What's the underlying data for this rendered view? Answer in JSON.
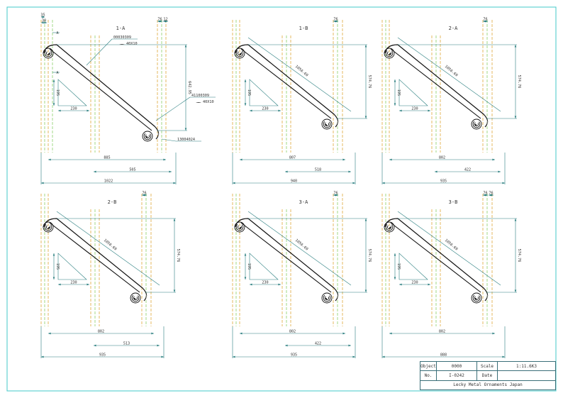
{
  "colors": {
    "frame": "#43c8c8",
    "dimension": "#2b7f80",
    "rail": "#111111",
    "post_dash": "#e0a93a",
    "post_dash_alt": "#8ccf6a",
    "cyan_line": "#3fb7c2",
    "text": "#333333"
  },
  "views": [
    {
      "id": "1-A",
      "label": "1-A",
      "horizontal_top_dims": [
        "35",
        "30"
      ],
      "right_top_dims": [
        "76",
        "12"
      ],
      "part_codes": [
        "00030309",
        "41100309",
        "13004024"
      ],
      "section_sizes": [
        "40X10",
        "40X10"
      ],
      "section_marks": [
        "A",
        "A"
      ],
      "diagonal_length": "",
      "height": "642.95",
      "triangle_height": "195",
      "triangle_base": "230",
      "overall_width": "885",
      "right_span": "505",
      "bottom_width": "1022"
    },
    {
      "id": "1-B",
      "label": "1-B",
      "right_top_dims": [
        "76"
      ],
      "diagonal_length": "1050.69",
      "height": "574.76",
      "triangle_height": "195",
      "triangle_base": "230",
      "overall_width": "807",
      "right_span": "518",
      "bottom_width": "940"
    },
    {
      "id": "2-A",
      "label": "2-A",
      "right_top_dims": [
        "76"
      ],
      "diagonal_length": "1050.69",
      "height": "574.76",
      "triangle_height": "195",
      "triangle_base": "230",
      "overall_width": "802",
      "right_span": "422",
      "bottom_width": "935"
    },
    {
      "id": "2-B",
      "label": "2-B",
      "right_top_dims": [
        "76"
      ],
      "diagonal_length": "1050.69",
      "height": "574.76",
      "triangle_height": "195",
      "triangle_base": "230",
      "overall_width": "802",
      "right_span": "513",
      "bottom_width": "935"
    },
    {
      "id": "3-A",
      "label": "3-A",
      "right_top_dims": [
        "76"
      ],
      "diagonal_length": "1050.69",
      "height": "574.76",
      "triangle_height": "195",
      "triangle_base": "230",
      "overall_width": "802",
      "right_span": "422",
      "bottom_width": "935"
    },
    {
      "id": "3-B",
      "label": "3-B",
      "right_top_dims": [
        "76",
        "76"
      ],
      "diagonal_length": "1050.69",
      "height": "574.76",
      "triangle_height": "195",
      "triangle_base": "230",
      "overall_width": "802",
      "right_span": "",
      "bottom_width": "888"
    }
  ],
  "title_block": {
    "object_label": "Object",
    "object_value": "0000",
    "scale_label": "Scale",
    "scale_value": "1:11.6K3",
    "no_label": "No.",
    "no_value": "I-0242",
    "date_label": "Date",
    "date_value": "",
    "company": "Lecky Metal Ornaments Japan"
  }
}
